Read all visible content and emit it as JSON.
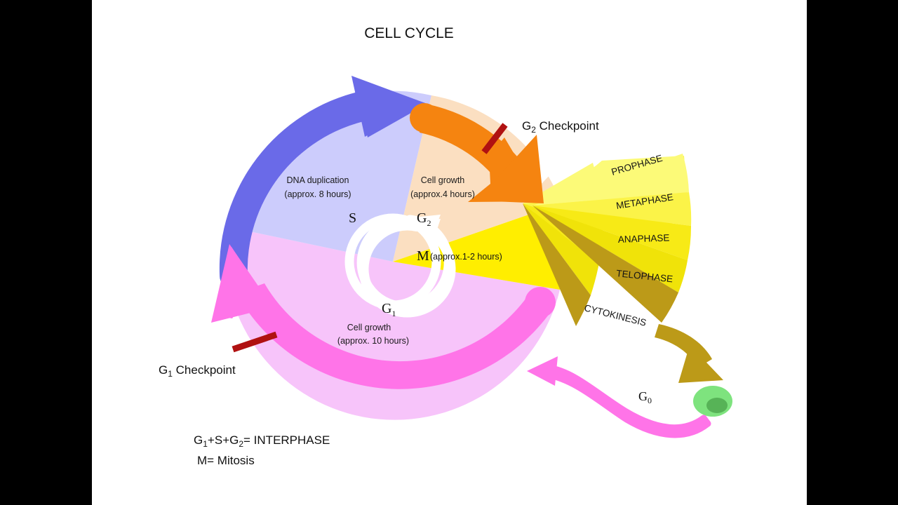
{
  "title": "CELL CYCLE",
  "colors": {
    "background": "#ffffff",
    "letterbox": "#000000",
    "s_sector": "#ccccfc",
    "g2_sector": "#fbdfc1",
    "g1_sector": "#f7c4fa",
    "m_sector": "#ffee00",
    "blue_arrow": "#6a6ae8",
    "orange_arrow": "#f58410",
    "pink_arrow": "#ff74e8",
    "checkpoint_bar": "#b01111",
    "gold_arrow": "#bc9a18",
    "g0_cell_body": "#7ee37e",
    "g0_cell_nucleus": "#57b357",
    "inner_arrow": "#ffffff",
    "prophase": "#fcfa78",
    "metaphase": "#fbf348",
    "anaphase": "#f7ea16",
    "telophase": "#f0e309",
    "cytokinesis": "#bc9a18"
  },
  "sectors": {
    "s": {
      "letter": "S",
      "line1": "DNA duplication",
      "line2": "(approx. 8 hours)"
    },
    "g2": {
      "letter": "G",
      "sub": "2",
      "line1": "Cell growth",
      "line2": "(approx.4 hours)"
    },
    "g1": {
      "letter": "G",
      "sub": "1",
      "line1": "Cell growth",
      "line2": "(approx. 10 hours)"
    },
    "m": {
      "letter": "M",
      "note": "(approx.1-2 hours)"
    }
  },
  "mitosis_phases": [
    {
      "label": "PROPHASE",
      "color": "#fcfa78"
    },
    {
      "label": "METAPHASE",
      "color": "#fbf348"
    },
    {
      "label": "ANAPHASE",
      "color": "#f7ea16"
    },
    {
      "label": "TELOPHASE",
      "color": "#f0e309"
    },
    {
      "label": "CYTOKINESIS",
      "color": "#bc9a18"
    }
  ],
  "checkpoints": {
    "g2": {
      "letter": "G",
      "sub": "2",
      "text": " Checkpoint"
    },
    "g1": {
      "letter": "G",
      "sub": "1",
      "text": " Checkpoint"
    }
  },
  "g0": {
    "letter": "G",
    "sub": "0"
  },
  "legend": {
    "line1_a": "G",
    "line1_sub1": "1",
    "line1_b": "+S+G",
    "line1_sub2": "2",
    "line1_c": "= INTERPHASE",
    "line2": "M= Mitosis"
  }
}
